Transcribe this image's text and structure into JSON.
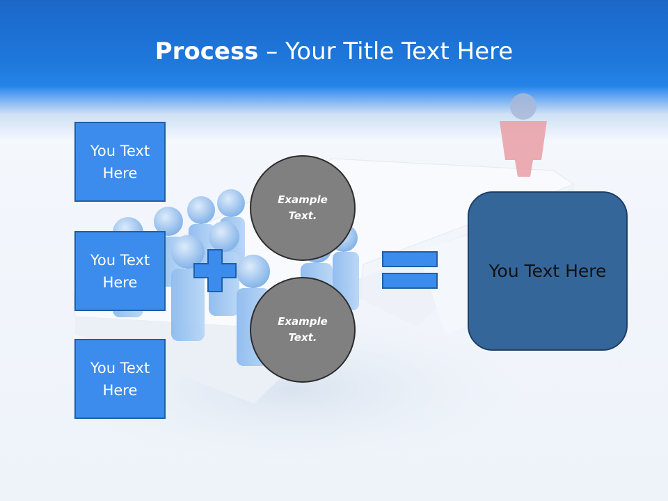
{
  "slide": {
    "title_bold": "Process",
    "title_rest": " – Your Title Text Here"
  },
  "left_boxes": [
    {
      "label": "You Text Here"
    },
    {
      "label": "You Text Here"
    },
    {
      "label": "You Text Here"
    }
  ],
  "circles": [
    {
      "label": "Example Text."
    },
    {
      "label": "Example Text."
    }
  ],
  "result_box": {
    "label": "You Text Here"
  },
  "symbols": {
    "plus": "plus-icon",
    "equals": "equals-icon"
  },
  "colors": {
    "header_blue": "#1f78dc",
    "box_fill": "#3b8ced",
    "box_border": "#1e5fa8",
    "circle_fill": "#808080",
    "result_fill": "#35669a",
    "figure_red": "#e9a0a6"
  }
}
